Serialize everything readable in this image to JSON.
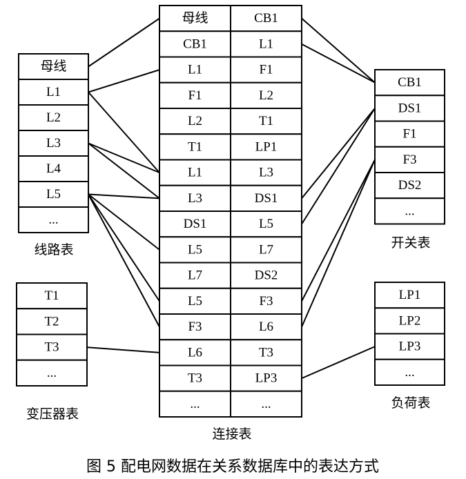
{
  "figure_caption": "图 5   配电网数据在关系数据库中的表达方式",
  "tables": {
    "line": {
      "caption": "线路表",
      "rows": [
        "母线",
        "L1",
        "L2",
        "L3",
        "L4",
        "L5",
        "..."
      ]
    },
    "transformer": {
      "caption": "变压器表",
      "rows": [
        "T1",
        "T2",
        "T3",
        "..."
      ]
    },
    "connection": {
      "caption": "连接表",
      "rows": [
        [
          "母线",
          "CB1"
        ],
        [
          "CB1",
          "L1"
        ],
        [
          "L1",
          "F1"
        ],
        [
          "F1",
          "L2"
        ],
        [
          "L2",
          "T1"
        ],
        [
          "T1",
          "LP1"
        ],
        [
          "L1",
          "L3"
        ],
        [
          "L3",
          "DS1"
        ],
        [
          "DS1",
          "L5"
        ],
        [
          "L5",
          "L7"
        ],
        [
          "L7",
          "DS2"
        ],
        [
          "L5",
          "F3"
        ],
        [
          "F3",
          "L6"
        ],
        [
          "L6",
          "T3"
        ],
        [
          "T3",
          "LP3"
        ],
        [
          "...",
          "..."
        ]
      ]
    },
    "switch": {
      "caption": "开关表",
      "rows": [
        "CB1",
        "DS1",
        "F1",
        "F3",
        "DS2",
        "..."
      ]
    },
    "load": {
      "caption": "负荷表",
      "rows": [
        "LP1",
        "LP2",
        "LP3",
        "..."
      ]
    }
  }
}
